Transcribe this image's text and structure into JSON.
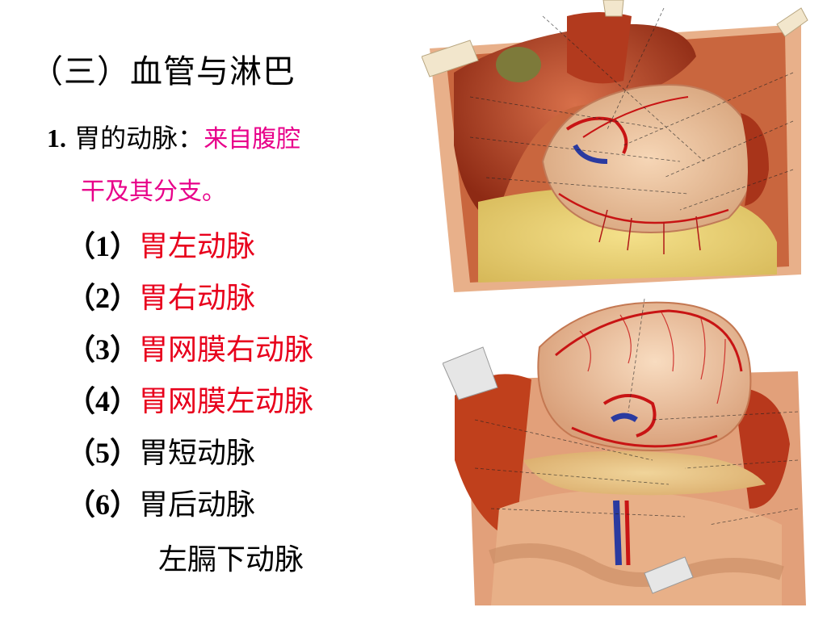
{
  "slide": {
    "title": "（三）血管与淋巴",
    "heading": {
      "number": "1.",
      "label": "胃的动脉：",
      "source_part1": "来自腹腔",
      "source_part2": "干及其分支。"
    },
    "items": [
      {
        "index": "（1）",
        "label": "胃左动脉",
        "color": "#e8001c"
      },
      {
        "index": "（2）",
        "label": "胃右动脉",
        "color": "#e8001c"
      },
      {
        "index": "（3）",
        "label": "胃网膜右动脉",
        "color": "#e8001c"
      },
      {
        "index": "（4）",
        "label": "胃网膜左动脉",
        "color": "#e8001c"
      },
      {
        "index": "（5）",
        "label": "胃短动脉",
        "color": "#000000"
      },
      {
        "index": "（6）",
        "label": "胃后动脉",
        "color": "#000000"
      }
    ],
    "sub_item": "左膈下动脉"
  },
  "colors": {
    "accent_red": "#e8001c",
    "accent_magenta": "#e8008a",
    "text": "#000000"
  }
}
